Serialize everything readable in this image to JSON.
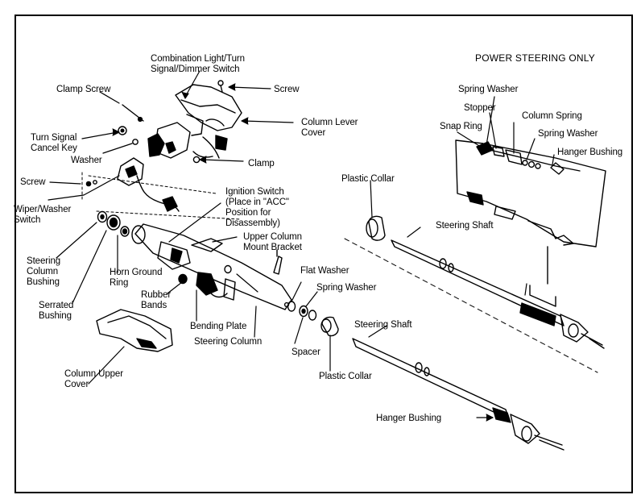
{
  "header": "POWER STEERING ONLY",
  "labels": {
    "combination_switch": "Combination Light/Turn\nSignal/Dimmer Switch",
    "screw_top": "Screw",
    "clamp_screw": "Clamp Screw",
    "column_lever_cover": "Column Lever\nCover",
    "turn_signal_cancel_key": "Turn Signal\nCancel Key",
    "washer": "Washer",
    "clamp": "Clamp",
    "screw_left": "Screw",
    "wiper_washer_switch": "Wiper/Washer\nSwitch",
    "ignition_switch": "Ignition Switch\n(Place in \"ACC\"\nPosition for\nDisassembly)",
    "upper_column_mount_bracket": "Upper Column\nMount Bracket",
    "steering_column_bushing": "Steering\nColumn\nBushing",
    "horn_ground_ring": "Horn Ground\nRing",
    "serrated_bushing": "Serrated\nBushing",
    "rubber_bands": "Rubber\nBands",
    "flat_washer": "Flat Washer",
    "spring_washer_mid": "Spring Washer",
    "bending_plate": "Bending Plate",
    "steering_column": "Steering Column",
    "spacer": "Spacer",
    "plastic_collar_bottom": "Plastic Collar",
    "column_upper_cover": "Column Upper\nCover",
    "steering_shaft_bottom": "Steering Shaft",
    "hanger_bushing_bottom": "Hanger Bushing",
    "spring_washer_top": "Spring Washer",
    "stopper": "Stopper",
    "column_spring": "Column Spring",
    "snap_ring": "Snap Ring",
    "spring_washer_right": "Spring Washer",
    "hanger_bushing_right": "Hanger Bushing",
    "plastic_collar_top": "Plastic Collar",
    "steering_shaft_top": "Steering Shaft"
  },
  "colors": {
    "ink": "#000000",
    "paper": "#ffffff"
  }
}
